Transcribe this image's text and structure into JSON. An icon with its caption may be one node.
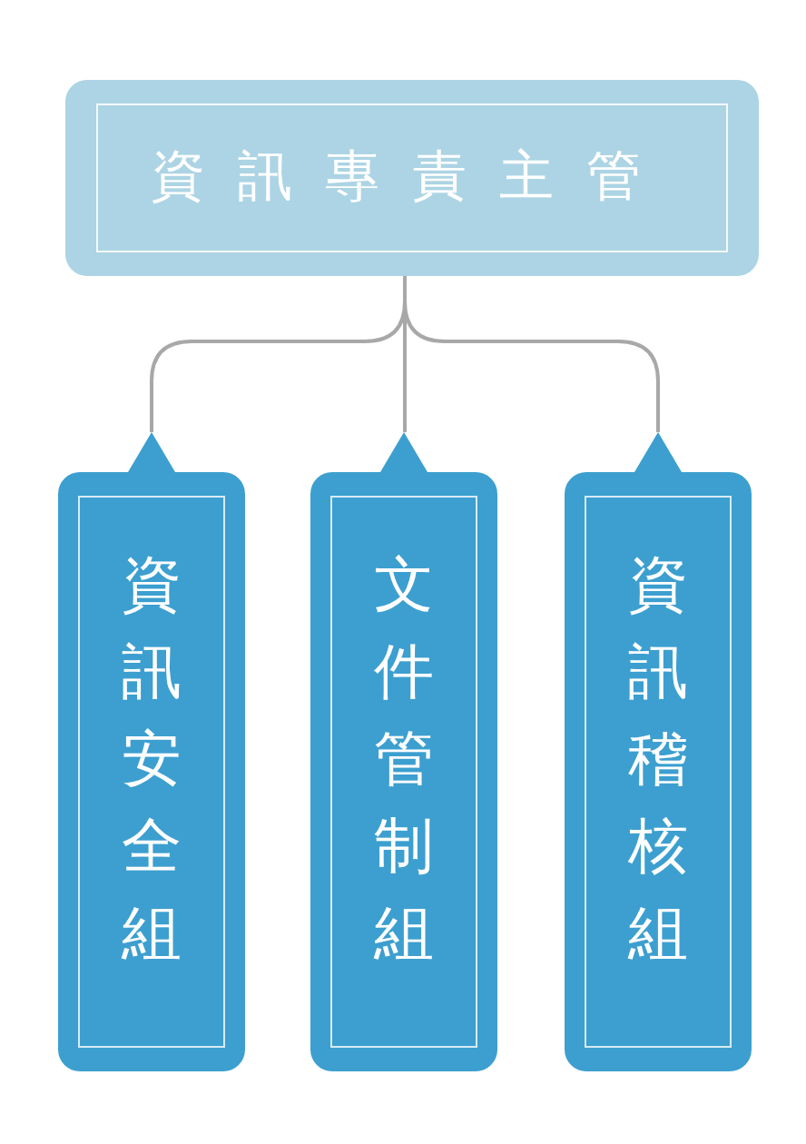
{
  "diagram": {
    "nodes": [
      {
        "text": [
          "資訊專責主管"
        ]
      },
      {
        "text": [
          "資訊安全組"
        ]
      },
      {
        "text": [
          "文件管制組"
        ]
      },
      {
        "text": [
          "資訊稽核組"
        ]
      }
    ],
    "edges": [
      {
        "from": 0,
        "to": 1,
        "arrow": "none"
      },
      {
        "from": 0,
        "to": 2,
        "arrow": "none"
      },
      {
        "from": 0,
        "to": 3,
        "arrow": "none"
      }
    ]
  }
}
